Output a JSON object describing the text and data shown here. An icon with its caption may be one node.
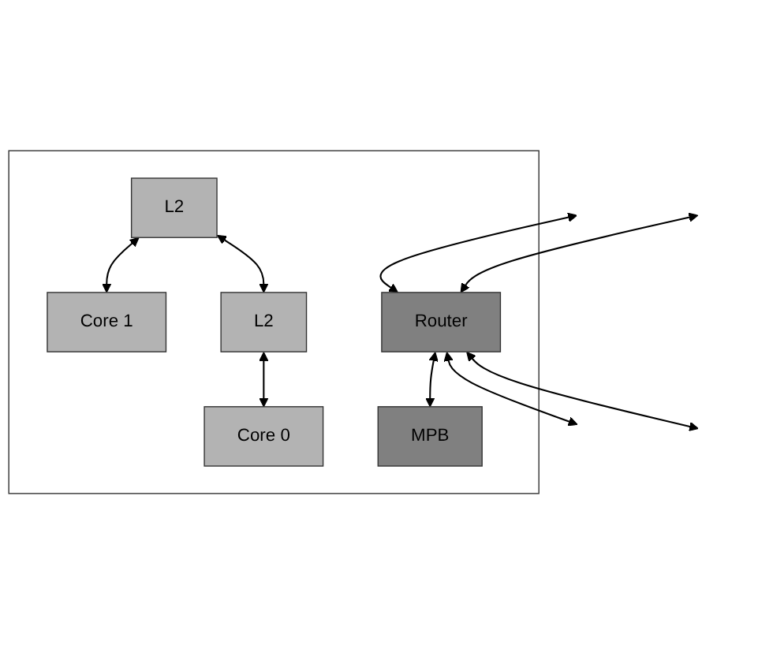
{
  "diagram": {
    "nodes": [
      {
        "text": [],
        "shape": "box"
      },
      {
        "text": [
          "L2"
        ],
        "in": 0
      },
      {
        "text": [
          "Core 1"
        ],
        "in": 0
      },
      {
        "text": [
          "Router"
        ],
        "in": 0
      },
      {
        "text": [
          "MPB"
        ],
        "in": 0
      },
      {
        "text": [
          "L2"
        ],
        "in": 0
      },
      {
        "text": [
          "Core 0"
        ],
        "in": 0
      }
    ],
    "edges": [
      {
        "from": 1,
        "to": 2,
        "arrow": "both"
      },
      {
        "from": null,
        "to": 3,
        "arrow": "both"
      },
      {
        "from": null,
        "to": 3,
        "arrow": "both"
      },
      {
        "from": 3,
        "to": null,
        "arrow": "both"
      },
      {
        "from": 3,
        "to": 4,
        "arrow": "both"
      },
      {
        "from": 1,
        "to": 5,
        "arrow": "both"
      },
      {
        "from": 3,
        "to": null,
        "arrow": "both"
      },
      {
        "from": 5,
        "to": 6,
        "arrow": "both"
      }
    ]
  }
}
